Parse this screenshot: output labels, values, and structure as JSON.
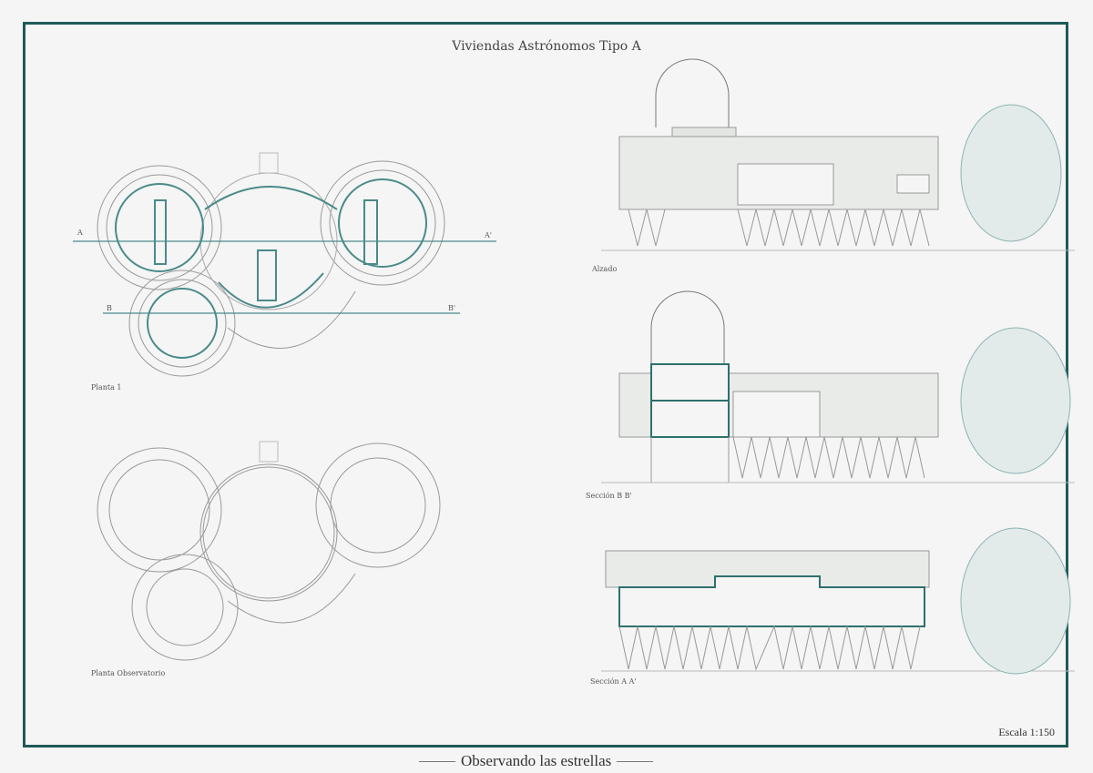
{
  "sheet": {
    "title": "Viviendas Astrónomos Tipo A",
    "footer_title": "Observando las estrellas",
    "scale": "Escala 1:150",
    "accent_color": "#4a8a8a",
    "frame_color": "#1e5a57"
  },
  "drawings": {
    "plan_1": "Planta 1",
    "plan_observatory": "Planta Observatorio",
    "elevation": "Alzado",
    "section_b": "Sección B B'",
    "section_a": "Sección A A'"
  },
  "section_marks": {
    "a_start": "A",
    "a_end": "A'",
    "b_start": "B",
    "b_end": "B'"
  }
}
